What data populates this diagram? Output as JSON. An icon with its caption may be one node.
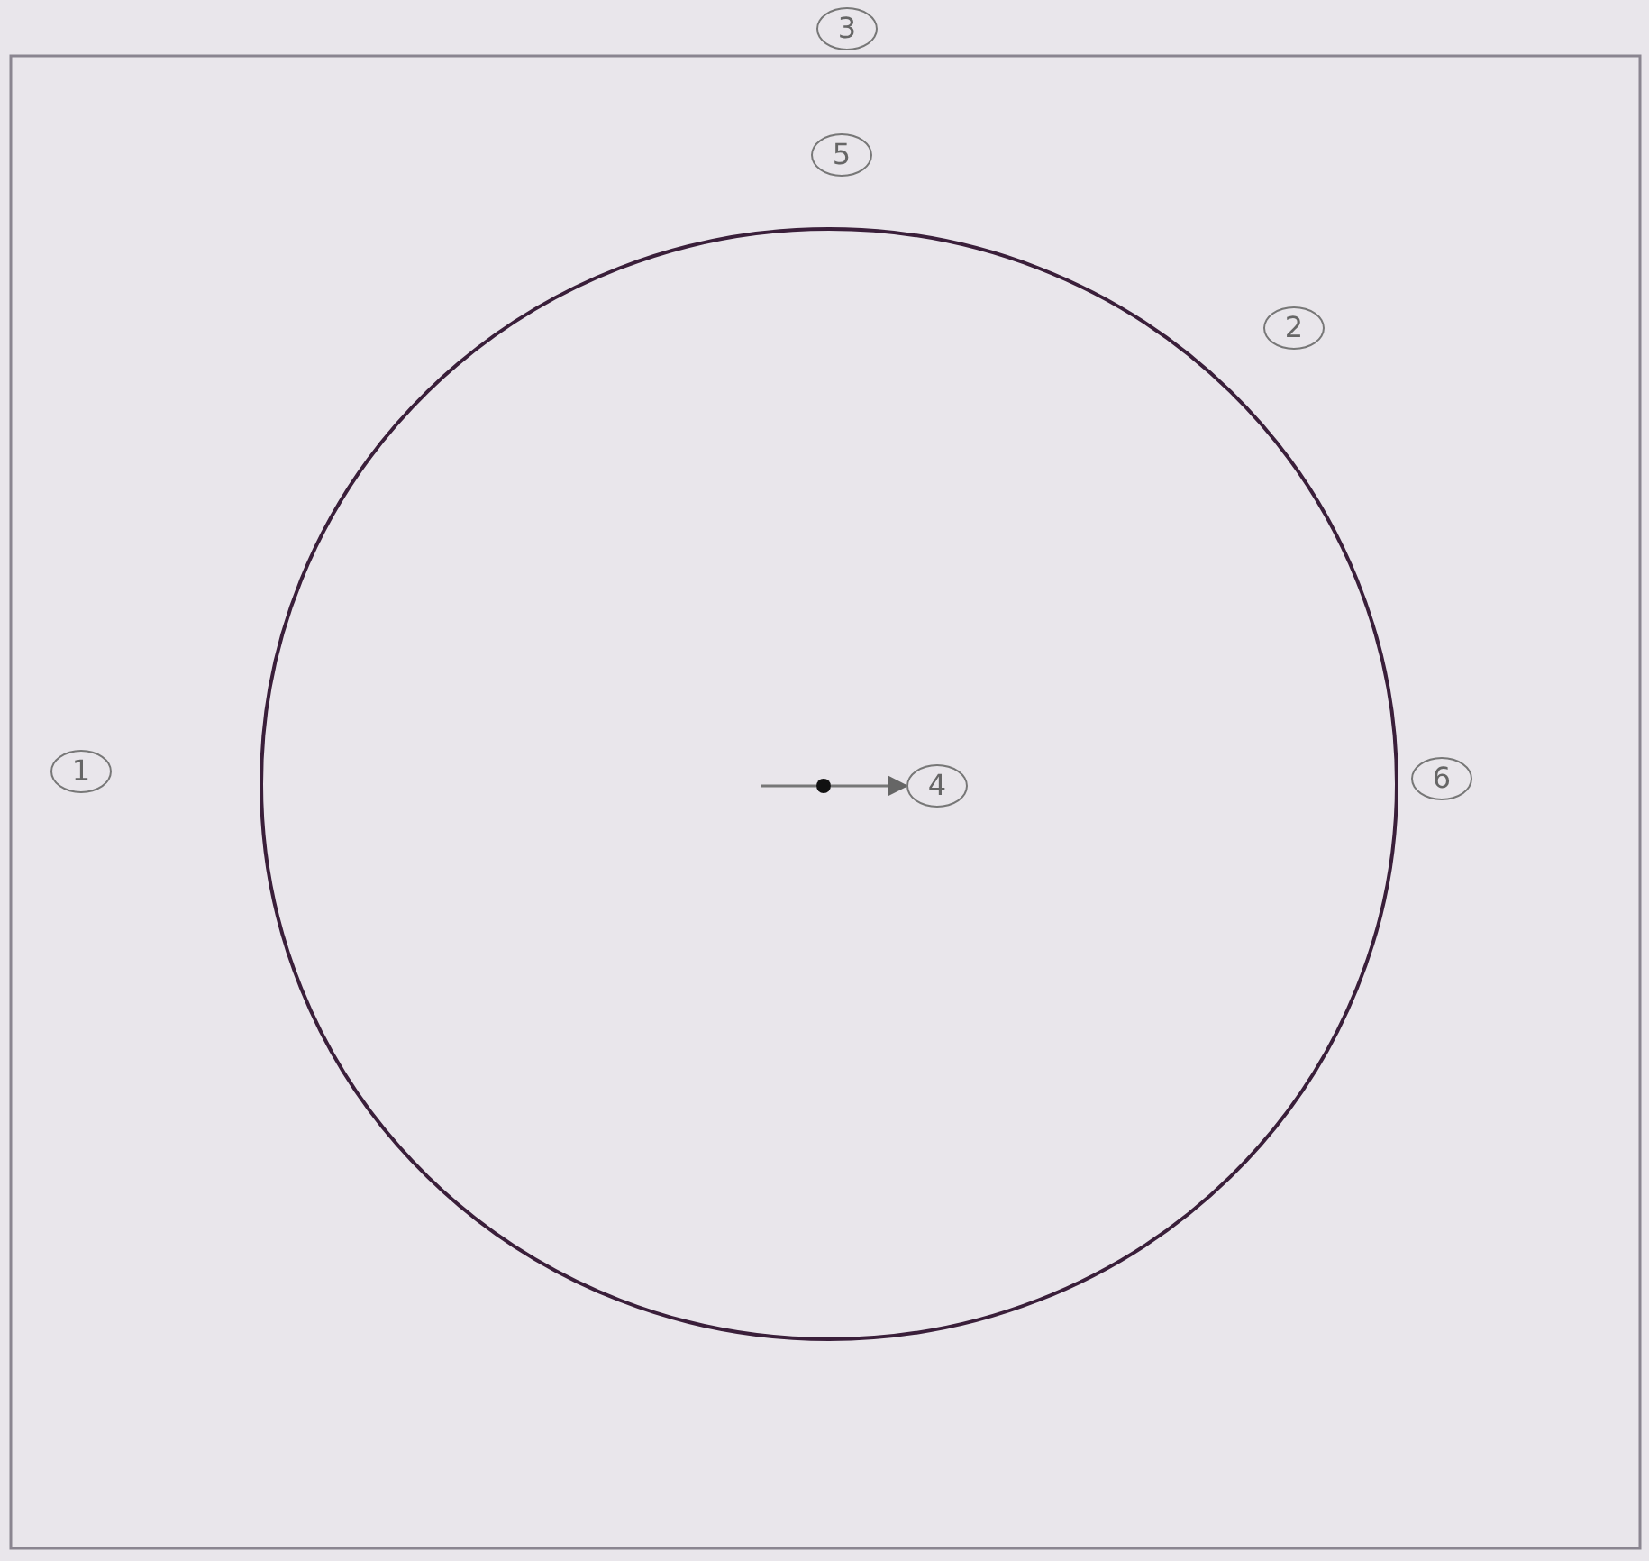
{
  "diagram": {
    "nodes": [
      {
        "text": [
          "3"
        ]
      },
      {
        "text": [
          "5"
        ]
      },
      {
        "text": [
          "2"
        ]
      },
      {
        "text": [
          "1"
        ]
      },
      {
        "text": [
          "4"
        ]
      },
      {
        "text": [
          "6"
        ]
      },
      {
        "text": [],
        "shape": "circle"
      }
    ],
    "edges": [
      {
        "from": null,
        "to": 6,
        "arrow": "none"
      },
      {
        "from": 6,
        "to": 4,
        "arrow": "to"
      }
    ]
  }
}
